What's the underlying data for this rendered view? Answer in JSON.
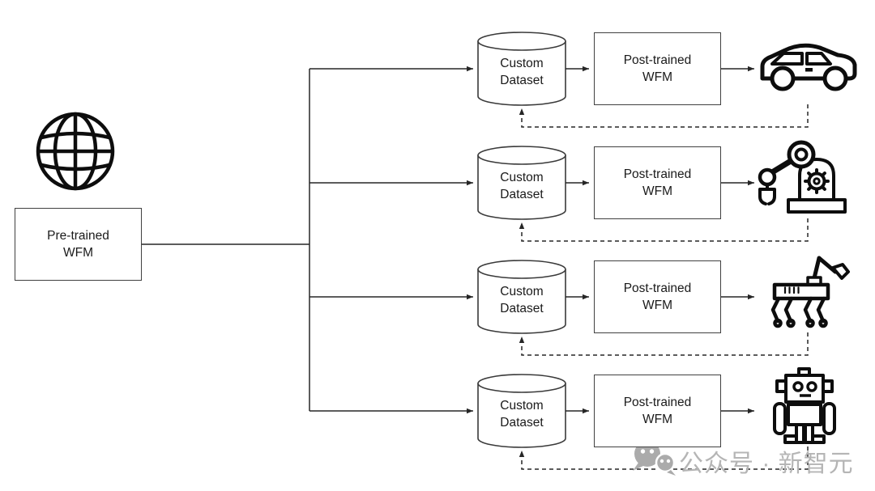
{
  "figure": {
    "source": {
      "icon": "globe-icon",
      "box": {
        "line1": "Pre-trained",
        "line2": "WFM"
      }
    },
    "rows": [
      {
        "dataset": {
          "line1": "Custom",
          "line2": "Dataset"
        },
        "model": {
          "line1": "Post-trained",
          "line2": "WFM"
        },
        "target_icon": "car-icon"
      },
      {
        "dataset": {
          "line1": "Custom",
          "line2": "Dataset"
        },
        "model": {
          "line1": "Post-trained",
          "line2": "WFM"
        },
        "target_icon": "robot-arm-icon"
      },
      {
        "dataset": {
          "line1": "Custom",
          "line2": "Dataset"
        },
        "model": {
          "line1": "Post-trained",
          "line2": "WFM"
        },
        "target_icon": "quadruped-robot-icon"
      },
      {
        "dataset": {
          "line1": "Custom",
          "line2": "Dataset"
        },
        "model": {
          "line1": "Post-trained",
          "line2": "WFM"
        },
        "target_icon": "humanoid-robot-icon"
      }
    ],
    "colors": {
      "icon_stroke": "#0d0d0d",
      "connector": "#262626",
      "box_border": "#404040",
      "text": "#1a1a1a",
      "watermark": "#b5b5b5"
    }
  },
  "watermark": {
    "logo": "wechat-bubbles-icon",
    "text": "公众号 · 新智元"
  }
}
